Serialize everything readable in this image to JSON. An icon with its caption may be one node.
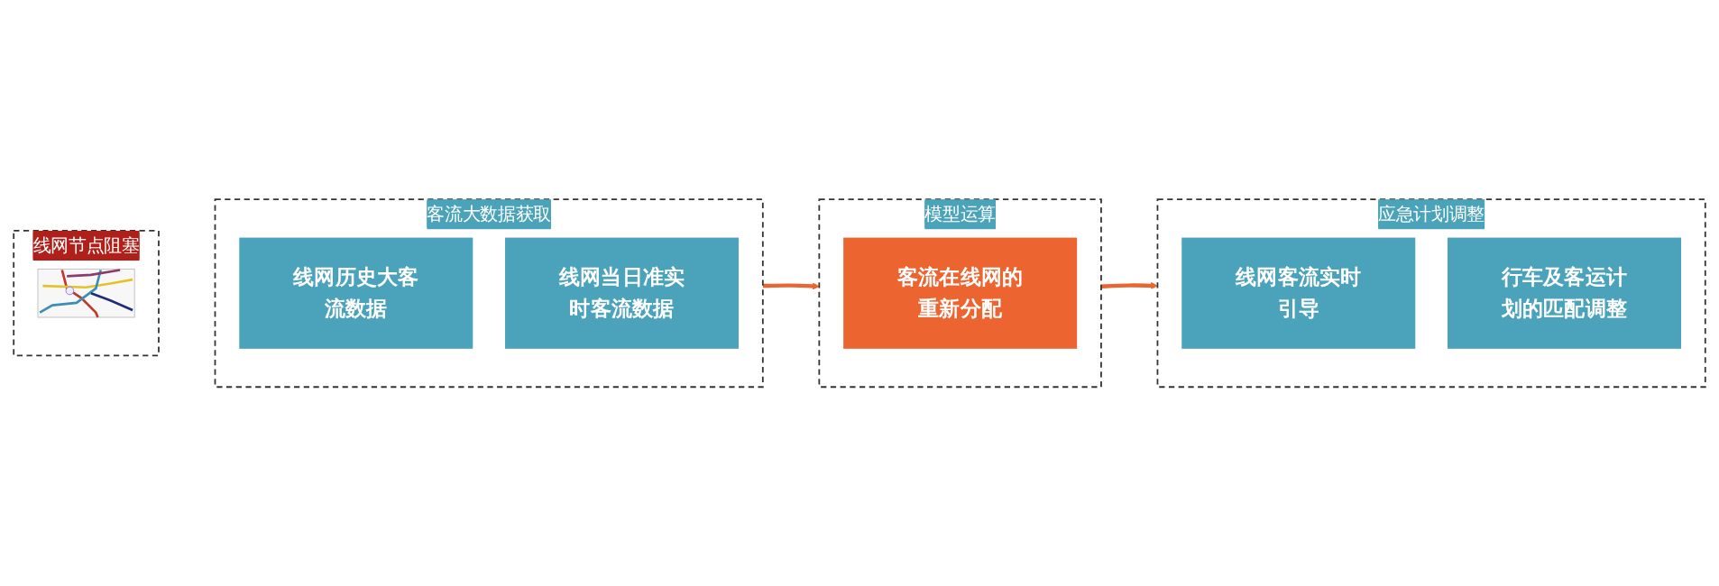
{
  "diagram": {
    "nodes": [
      {
        "text": [
          "线网节点阻塞"
        ]
      },
      {
        "text": [],
        "shape": "picture",
        "in": 0
      },
      {
        "text": [
          "客流大数据获取"
        ]
      },
      {
        "text": [
          "线网历史大客流数据"
        ],
        "in": 2
      },
      {
        "text": [
          "线网当日准实时客流数据"
        ],
        "in": 2
      },
      {
        "text": [
          "模型运算"
        ]
      },
      {
        "text": [
          "客流在线网的重新分配"
        ],
        "in": 5
      },
      {
        "text": [
          "应急计划调整"
        ]
      },
      {
        "text": [
          "线网客流实时引导"
        ],
        "in": 7
      },
      {
        "text": [
          "行车及客运计划的匹配调整"
        ],
        "in": 7
      }
    ],
    "edges": [
      {
        "from": 2,
        "to": 5,
        "arrow": "to"
      },
      {
        "from": 5,
        "to": 7,
        "arrow": "to"
      }
    ]
  }
}
